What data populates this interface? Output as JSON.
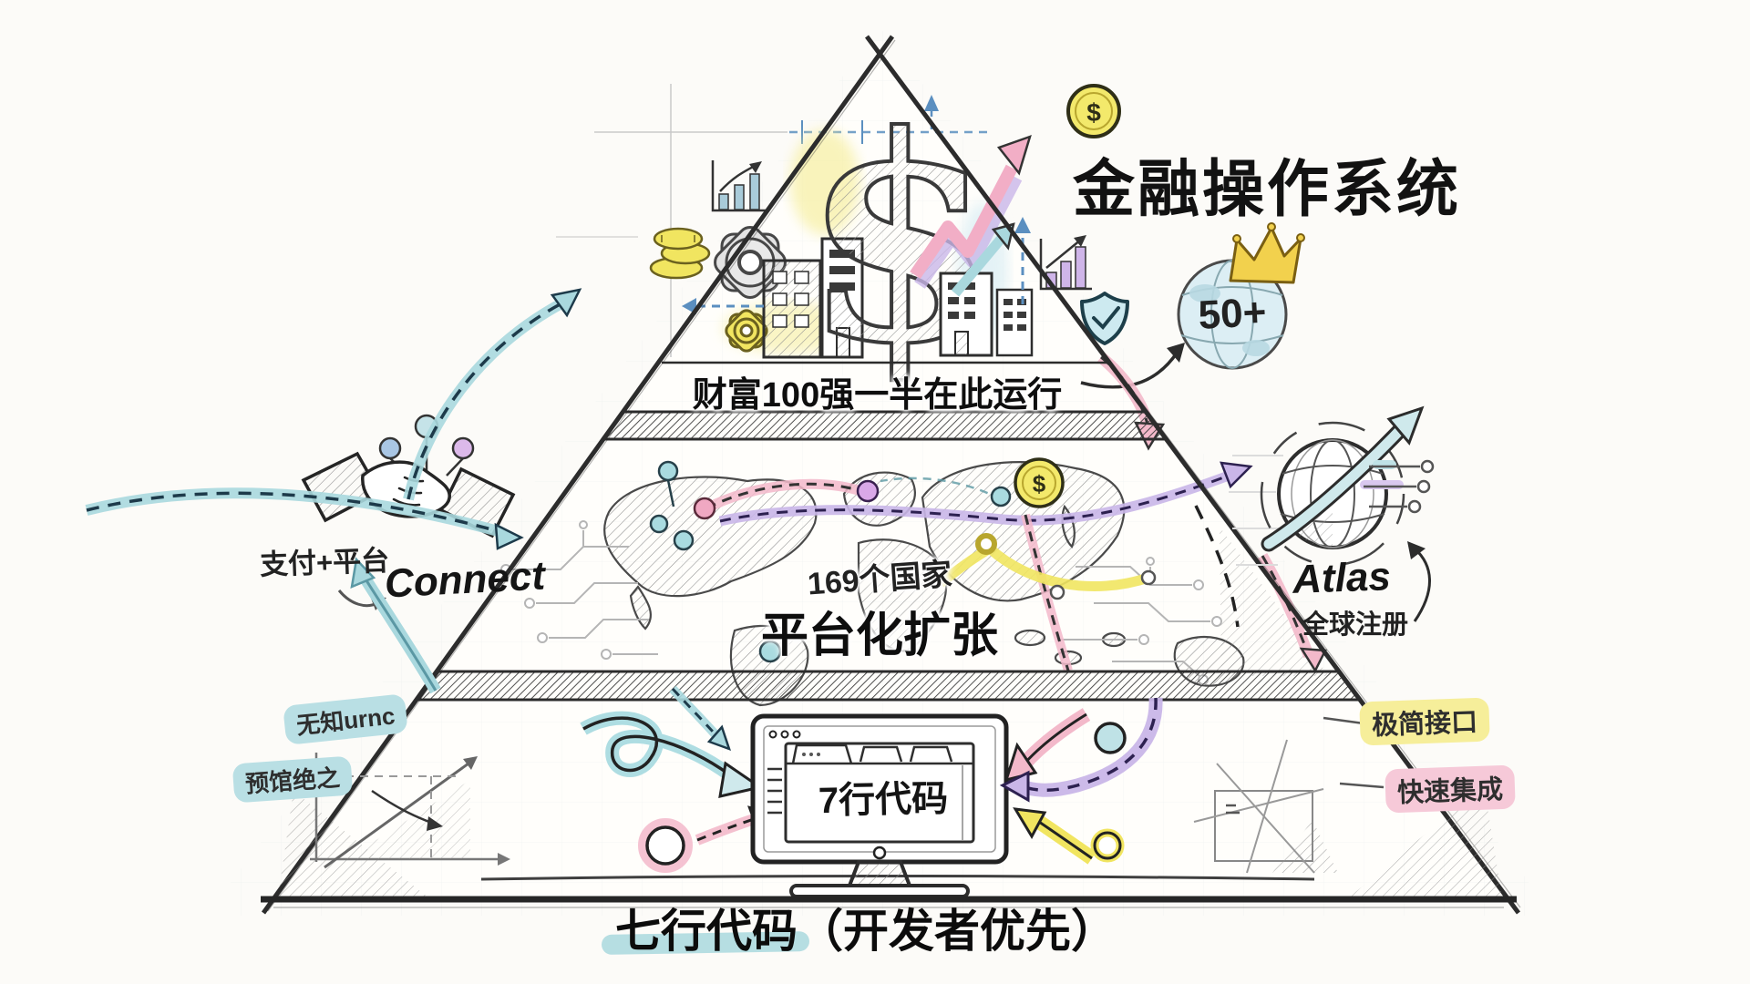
{
  "header": {
    "title": "金融操作系统"
  },
  "pyramid": {
    "tier1": {
      "label": "财富100强一半在此运行"
    },
    "tier2": {
      "countries": "169个国家",
      "label": "平台化扩张"
    },
    "tier3": {
      "screen_text": "7行代码"
    }
  },
  "left_annotations": {
    "pay_platform": "支付+平台",
    "connect": "Connect",
    "scribble_top": "无知urnc",
    "scribble_bottom": "预馆绝之"
  },
  "right_annotations": {
    "global_badge": "50+",
    "atlas": "Atlas",
    "atlas_sub": "全球注册",
    "minimal_api": "极简接口",
    "fast_integration": "快速集成"
  },
  "footer": {
    "title": "七行代码（开发者优先）"
  },
  "glyphs": {
    "dollar": "$"
  },
  "colors": {
    "teal": "#a9d8de",
    "pink": "#f3b9ca",
    "purple": "#c9b6e8",
    "yellow": "#f1e560",
    "blue_bar": "#a9cbd9",
    "purple_bar": "#cfb5e9",
    "ink": "#2c2c2c",
    "paper": "#fcfbf8"
  }
}
